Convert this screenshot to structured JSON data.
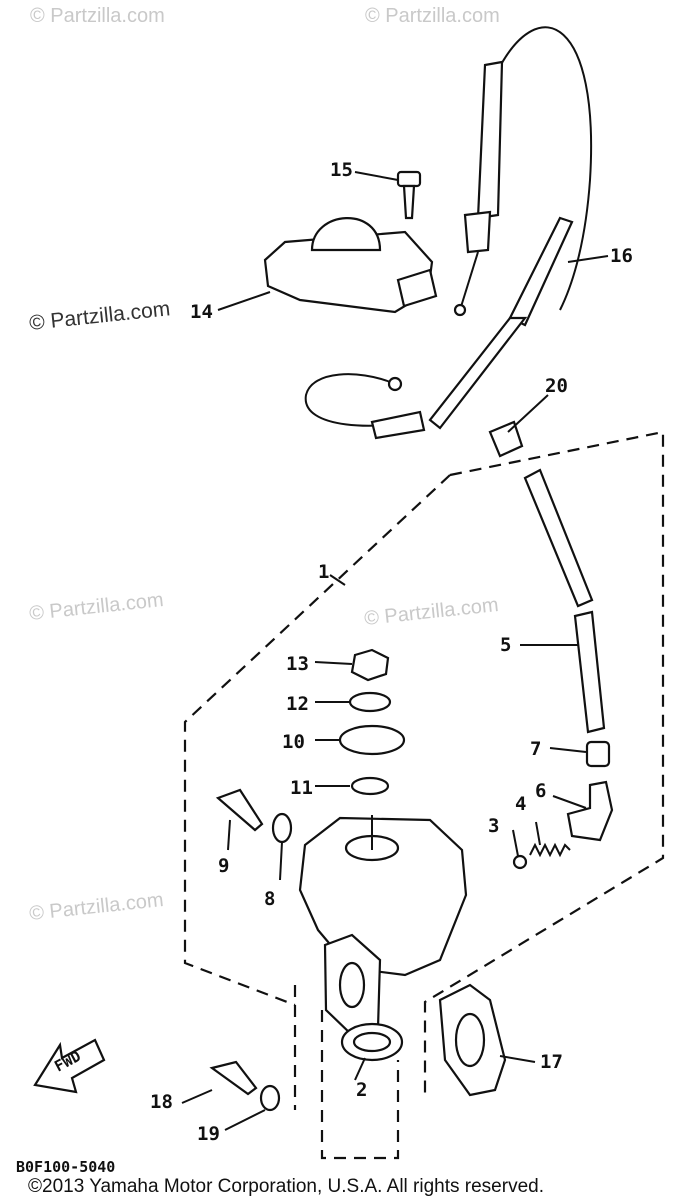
{
  "watermark_text": "© Partzilla.com",
  "watermark_main": "© Partzilla.com",
  "diagram_code": "B0F100-5040",
  "copyright": "©2013  Yamaha Motor Corporation, U.S.A. All rights reserved.",
  "fwd_label": "FWD",
  "callouts": [
    "1",
    "2",
    "3",
    "4",
    "5",
    "6",
    "7",
    "8",
    "9",
    "10",
    "11",
    "12",
    "13",
    "14",
    "15",
    "16",
    "17",
    "18",
    "19",
    "20"
  ]
}
